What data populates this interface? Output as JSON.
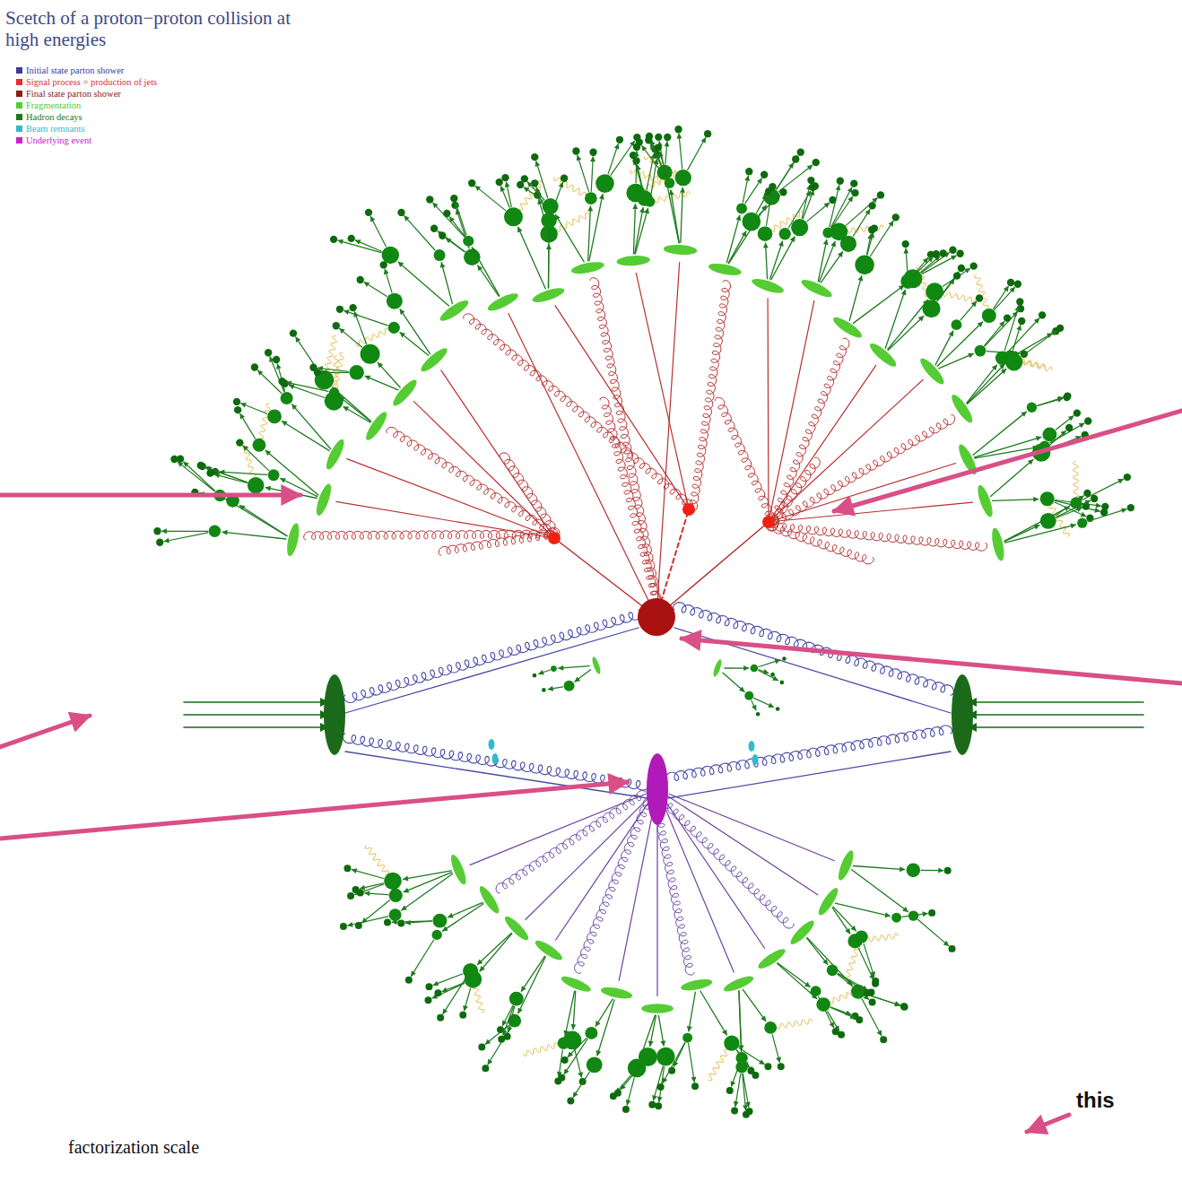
{
  "diagram": {
    "title": "Scetch of a proton−proton collision at high energies",
    "labels": [
      "factorization scale",
      "this"
    ],
    "legend": [
      {
        "text": "Initial state parton shower",
        "color": "#3a3aa0"
      },
      {
        "text": "Signal process = production of jets",
        "color": "#e03030"
      },
      {
        "text": "Final state parton shower",
        "color": "#8b1a1a"
      },
      {
        "text": "Fragmentation",
        "color": "#55cc33"
      },
      {
        "text": "Hadron decays",
        "color": "#1a7a1a"
      },
      {
        "text": "Beam remnants",
        "color": "#30bccc"
      },
      {
        "text": "Underlying event",
        "color": "#cc22cc"
      }
    ]
  }
}
